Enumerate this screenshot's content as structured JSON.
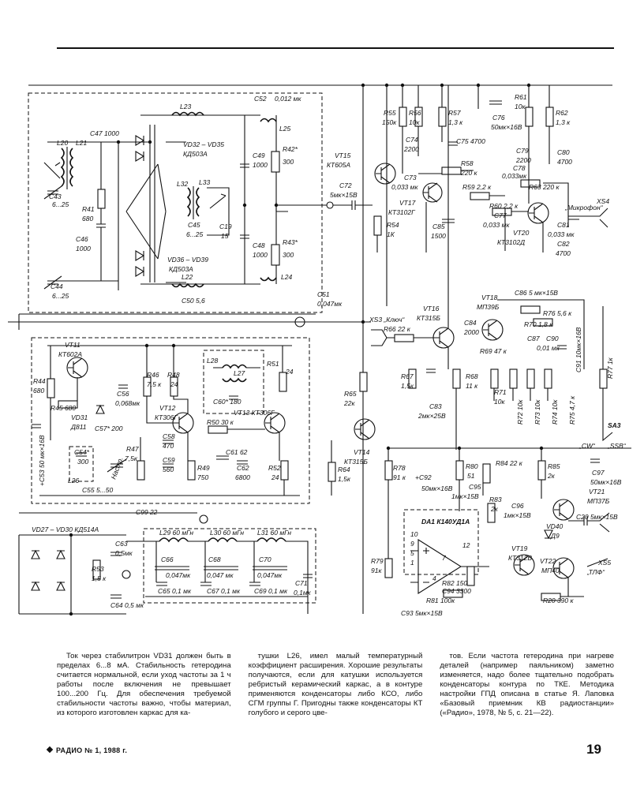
{
  "schematic": {
    "labels": {
      "l23": "L23",
      "c52": "C52",
      "c52v": "0,012 мк",
      "c47": "C47 1000",
      "vd32": "VD32 – VD35",
      "vd32t": "КД503А",
      "l20": "L20",
      "l21": "L21",
      "l25": "L25",
      "c49": "C49",
      "c49v": "1000",
      "r42": "R42*",
      "r42v": "300",
      "l32": "L32",
      "l33": "L33",
      "c43": "C43",
      "c43v": "6...25",
      "r41": "R41",
      "r41v": "680",
      "c45": "C45",
      "c45v": "6...25",
      "c19": "C19",
      "c19v": "15",
      "c46": "C46",
      "c46v": "1000",
      "c48": "C48",
      "c48v": "1000",
      "r43": "R43*",
      "r43v": "300",
      "vd36": "VD36 – VD39",
      "vd36t": "КД503А",
      "l22": "L22",
      "l24": "L24",
      "c44": "C44",
      "c44v": "6...25",
      "c50": "C50 5,6",
      "c51": "C51",
      "c51v": "0,047мк",
      "vt15": "VT15",
      "vt15t": "КТ605А",
      "c72": "C72",
      "c72v": "5мк×15В",
      "r55": "R55",
      "r55v": "150к",
      "r56": "R56",
      "r56v": "10к",
      "r57": "R57",
      "r57v": "1,3 к",
      "c74": "C74",
      "c74v": "2200",
      "c75": "C75 4700",
      "c76": "C76",
      "c76v": "50мк×16В",
      "r61": "R61",
      "r61v": "10к",
      "r62": "R62",
      "r62v": "1,3 к",
      "r58": "R58",
      "r58v": "220 к",
      "c73": "C73",
      "c73v": "0,033 мк",
      "vt17": "VT17",
      "vt17t": "КТ3102Г",
      "r59": "R59 2,2 к",
      "c79": "C79",
      "c79v": "2200",
      "c80": "C80",
      "c80v": "4700",
      "c78": "C78",
      "c78v": "0,033мк",
      "r63": "R63 220 к",
      "r60": "R60 2,2 к",
      "c77": "C77",
      "c77v": "0,033 мк",
      "vt20": "VT20",
      "vt20t": "КТ3102Д",
      "c81": "C81",
      "c81v": "0,033 мк",
      "c82": "C82",
      "c82v": "4700",
      "xs4": "XS4",
      "mic": "„Микрофон“",
      "r54": "R54",
      "r54v": "1К",
      "c85": "C85",
      "c85v": "1500",
      "vt16": "VT16",
      "vt16t": "КТ315Б",
      "xs3": "XS3 „Ключ“",
      "r66": "R66 22 к",
      "vt18": "VT18",
      "vt18t": "МП39Б",
      "c86": "C86 5 мк×15В",
      "c84": "C84",
      "c84v": "2000",
      "r76": "R76 5,6 к",
      "r70": "R70 1,8 к",
      "r69": "R69 47 к",
      "c87": "C87",
      "c90": "C90",
      "c90v": "0,01 мк",
      "c91": "C91 10мк×16В",
      "r77": "R77 1к",
      "r67": "R67",
      "r67v": "1,5к",
      "r68": "R68",
      "r68v": "11 к",
      "r71": "R71",
      "r71v": "10к",
      "r72": "R72 10к",
      "r73": "R73 10к",
      "r74": "R74 10к",
      "r75": "R75 4,7 к",
      "c83": "C83",
      "c83v": "2мк×25В",
      "vt11": "VT11",
      "vt11t": "КТ602А",
      "r44": "R44",
      "r44v": "680",
      "r45": "R45 680",
      "vd31": "VD31",
      "vd31t": "Д811",
      "c53": "+C53 50 мк×16В",
      "c56": "C56",
      "c56v": "0,068мк",
      "r46": "R46",
      "r46v": "7,5 к",
      "r48": "R48",
      "r48v": "24",
      "l28": "L28",
      "l27": "L27",
      "c60": "C60* 180",
      "r51": "R51",
      "r51v": "24",
      "vt12": "VT12",
      "vt12t": "КТ306Г",
      "c57": "C57* 200",
      "r50": "R50 30 к",
      "vt13": "VT13 КТ306Г",
      "c54": "C54*",
      "c54v": "300",
      "c58": "C58",
      "c58v": "470",
      "c59": "C59",
      "c59v": "560",
      "r47": "R47",
      "r47v": "7,5к",
      "r49": "R49",
      "r49v": "750",
      "c61": "C61 62",
      "c62": "C62",
      "c62v": "6800",
      "r52": "R52",
      "r52v": "24",
      "l26": "L26",
      "c55": "C55 5...50",
      "nastr": "Настр.",
      "vt14": "VT14",
      "vt14t": "КТ315Б",
      "r65": "R65",
      "r65v": "22к",
      "r64": "R64",
      "r64v": "1,5к",
      "sa3": "SA3",
      "cw": "„CW“",
      "ssb": "„SSB“",
      "r78": "R78",
      "r78v": "91 к",
      "c92": "+C92",
      "c92v": "50мк×16В",
      "r80": "R80",
      "r80v": "51",
      "r84": "R84 22 к",
      "r85": "R85",
      "r85v": "2к",
      "c97": "C97",
      "c97v": "50мк×16В",
      "vt21": "VT21",
      "vt21t": "МП37Б",
      "c95": "C95",
      "c95v": "1мк×15В",
      "r83": "R83",
      "r83v": "2к",
      "c96": "C96",
      "c96v": "1мк×15В",
      "c20": "C20 5мк×15В",
      "vd40": "VD40",
      "vd40t": "Д9",
      "c99": "C99 22",
      "da1": "DA1 К140УД1А",
      "vt19": "VT19",
      "vt19t": "КТ312В",
      "vt22": "VT22",
      "vt22t": "МП40",
      "xs5": "XS5",
      "tlf": "„ТЛФ“",
      "vd27": "VD27 – VD30  КД514А",
      "c63": "C63",
      "c63v": "0,5мк",
      "r53": "R53",
      "r53v": "1,5 к",
      "c64": "C64 0,5 мк",
      "l29": "L29 60 мГн",
      "l30": "L30 60 мГн",
      "l31": "L31 60 мГн",
      "c66": "C66",
      "c68": "C68",
      "c68v": "0,047 мк",
      "c70": "C70",
      "c70v": "0,047мк",
      "c66v": "0,047мк",
      "c65": "C65 0,1 мк",
      "c67": "C67 0,1 мк",
      "c69": "C69 0,1 мк",
      "c71": "C71",
      "c71v": "0,1мк",
      "r79": "R79",
      "r79v": "91к",
      "r81": "R81 100к",
      "r82": "R82 150",
      "c94": "C94 3300",
      "c93": "C93 5мк×15В",
      "r20": "R20 390 к",
      "pin10": "10",
      "pin9": "9",
      "pin5": "5",
      "pin1": "1",
      "pin12": "12",
      "pin7": "7",
      "pin4": "4"
    }
  },
  "article": {
    "col1": "Ток через стабилитрон VD31 должен быть в пределах 6...8 мА. Стабильность гетеродина считается нормальной, если уход частоты за 1 ч работы после включения не превышает 100...200 Гц. Для обеспечения требуемой стабильности частоты важно, чтобы материал, из которого изготовлен каркас для ка-",
    "col2": "тушки L26, имел малый температурный коэффициент расширения. Хорошие результаты получаются, если для катушки используется ребристый керамический каркас, а в контуре применяются конденсаторы либо КСО, либо СГМ группы Г. Пригодны также конденсаторы КТ голубого и серого цве-",
    "col3": "тов. Если частота гетеродина при нагреве деталей (например паяльником) заметно изменяется, надо более тщательно подобрать конденсаторы контура по ТКЕ. Методика настройки ГПД описана в статье Я. Лаповка «Базовый приемник КВ радиостанции» («Радио», 1978, № 5, с. 21—22)."
  },
  "footer": {
    "magazine": "РАДИО № 1, 1988 г.",
    "page": "19"
  }
}
